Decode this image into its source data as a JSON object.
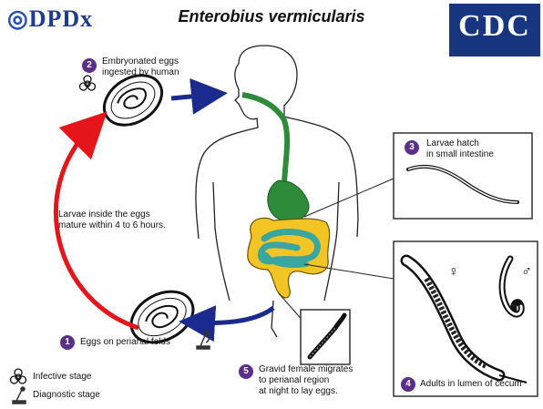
{
  "header": {
    "logo_left": "DPDx",
    "title": "Enterobius vermicularis",
    "logo_right": "CDC"
  },
  "steps": [
    {
      "number": "1",
      "text": "Eggs on perianal folds"
    },
    {
      "number": "2",
      "text_line1": "Embryonated eggs",
      "text_line2": "ingested by human"
    },
    {
      "number": "3",
      "text_line1": "Larvae hatch",
      "text_line2": "in small intestine"
    },
    {
      "number": "4",
      "text": "Adults in lumen of cecum"
    },
    {
      "number": "5",
      "text_line1": "Gravid female migrates",
      "text_line2": "to perianal region",
      "text_line3": "at night to lay eggs."
    }
  ],
  "maturation": {
    "line1": "Larvae inside the eggs",
    "line2": "mature within 4 to 6 hours."
  },
  "adult_symbols": {
    "female": "♀",
    "male": "♂"
  },
  "legend": {
    "infective": "Infective stage",
    "diagnostic": "Diagnostic stage"
  },
  "colors": {
    "badge": "#5a2f8a",
    "red_arrow": "#e5161b",
    "blue_arrow": "#1b2a8f",
    "intestine_yellow": "#f2c524",
    "intestine_teal": "#3aa6a0",
    "stomach_green": "#2e8b3a"
  }
}
